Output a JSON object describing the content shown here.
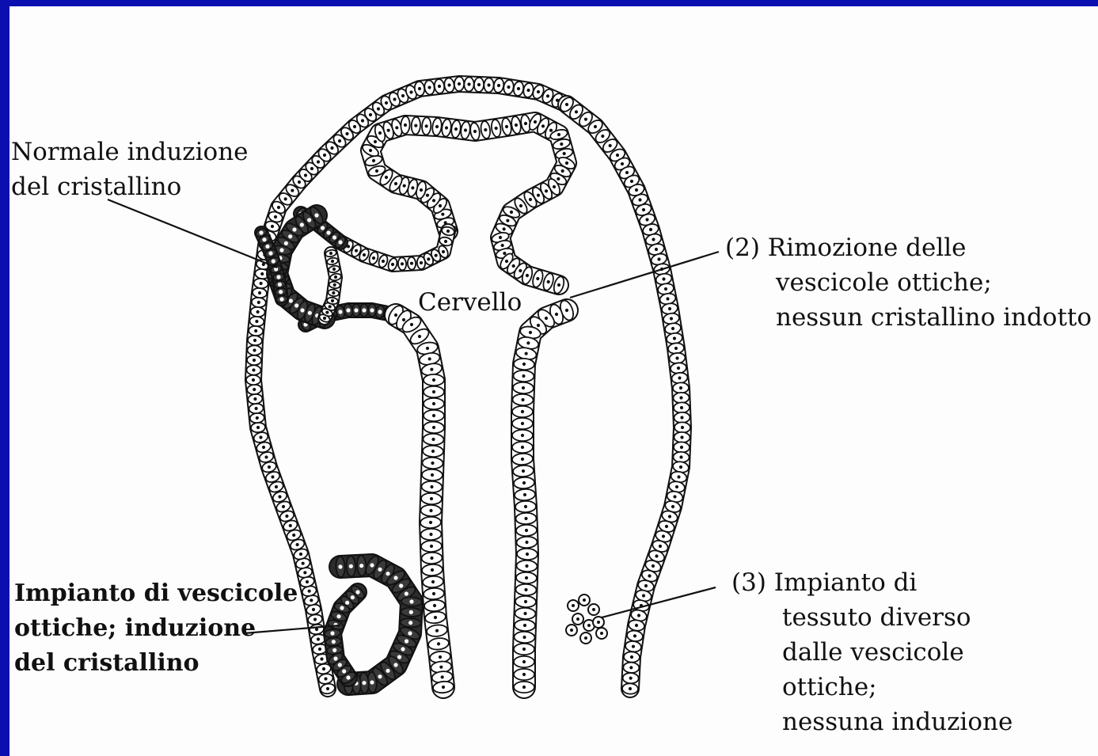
{
  "labels": {
    "normal_induction": [
      "Normale induzione",
      "del cristallino"
    ],
    "brain": "Cervello",
    "removal": [
      "(2) Rimozione delle",
      "vescicole ottiche;",
      "nessun cristallino indotto"
    ],
    "implant_optic": [
      "Impianto di vescicole",
      "ottiche; induzione",
      "del cristallino"
    ],
    "implant_other": [
      "(3) Impianto di",
      "tessuto diverso",
      "dalle vescicole",
      "ottiche;",
      "nessuna induzione"
    ]
  },
  "colors": {
    "frame": "#0b0fb0",
    "ink": "#111111",
    "paper": "#fdfdfd"
  }
}
